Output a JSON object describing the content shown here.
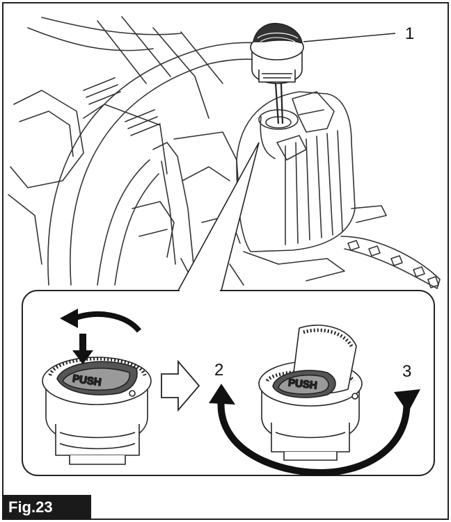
{
  "figure": {
    "label": "Fig.23",
    "callouts": {
      "cap": "1",
      "left_rotation": "2",
      "right_rotation": "3"
    },
    "cap_marking": "PUSH"
  }
}
